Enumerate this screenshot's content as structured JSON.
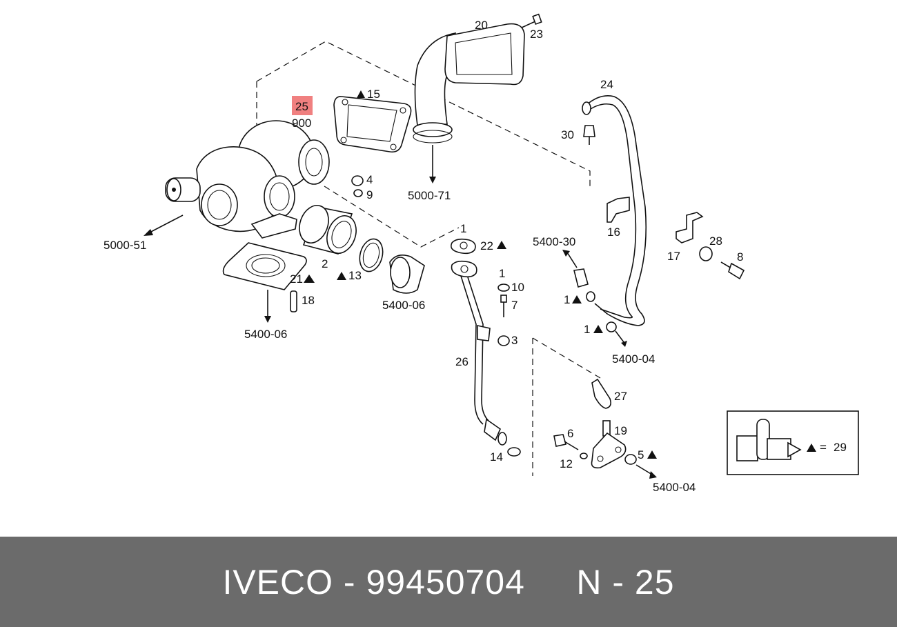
{
  "diagram": {
    "highlight": {
      "label": "25",
      "sub": "900",
      "color": "#f08080"
    },
    "callouts": {
      "c20": "20",
      "c23": "23",
      "c15": "15",
      "c24": "24",
      "c30": "30",
      "c4": "4",
      "c9": "9",
      "c5000_71": "5000-71",
      "c5000_51": "5000-51",
      "c16": "16",
      "c1_top": "1",
      "c22": "22",
      "c5400_30": "5400-30",
      "c28": "28",
      "c17": "17",
      "c8": "8",
      "c2": "2",
      "c21": "21",
      "c13": "13",
      "c18": "18",
      "c5400_06a": "5400-06",
      "c5400_06b": "5400-06",
      "c1_mid": "1",
      "c10": "10",
      "c7": "7",
      "c1_a": "1",
      "c1_b": "1",
      "c3": "3",
      "c5400_04a": "5400-04",
      "c26": "26",
      "c27": "27",
      "c19": "19",
      "c6": "6",
      "c5": "5",
      "c12": "12",
      "c14": "14",
      "c5400_04b": "5400-04"
    },
    "kit": {
      "label": "29"
    }
  },
  "footer": {
    "text": "IVECO - 99450704     N - 25",
    "background": "#6b6b6b"
  }
}
